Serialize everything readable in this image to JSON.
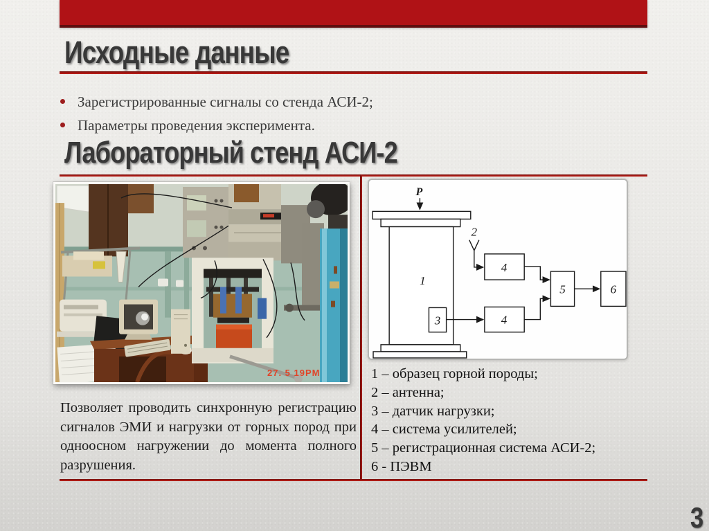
{
  "slide": {
    "title": "Исходные данные",
    "subtitle": "Лабораторный стенд АСИ-2",
    "page_number": "3",
    "accent_color": "#b01216",
    "rule_color": "#a11713",
    "title_color": "#383838"
  },
  "bullets": {
    "items": [
      "Зарегистрированные сигналы со стенда АСИ-2;",
      "Параметры проведения эксперимента."
    ]
  },
  "photo": {
    "timestamp": "27. 5 19PM"
  },
  "description": "Позволяет проводить синхронную регистрацию сигналов ЭМИ и нагрузки от горных пород  при одноосном нагружении до момента полного разрушения.",
  "diagram": {
    "labels": {
      "load": "P",
      "specimen": "1",
      "antenna": "2",
      "sensor": "3",
      "amplifier_top": "4",
      "amplifier_bottom": "4",
      "recorder": "5",
      "computer": "6"
    },
    "legend": [
      "1 – образец горной породы;",
      "2 – антенна;",
      "3 – датчик нагрузки;",
      "4 – система усилителей;",
      "5 – регистрационная система АСИ-2;",
      "6 - ПЭВМ"
    ]
  }
}
